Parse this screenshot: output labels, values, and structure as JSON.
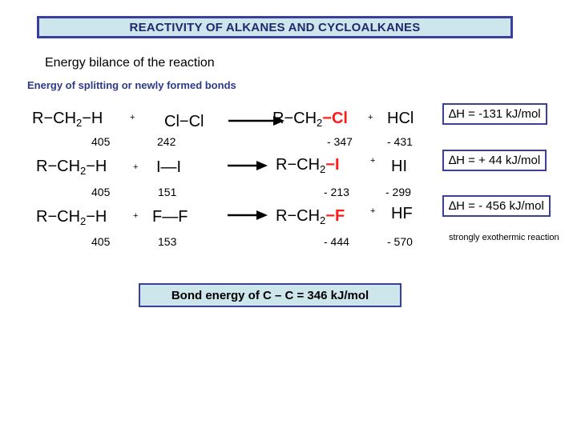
{
  "title": "REACTIVITY OF ALKANES AND CYCLOALKANES",
  "subtitle": "Energy bilance of the reaction",
  "caption": "Energy of splitting or newly formed bonds",
  "reactions": [
    {
      "reactant1": "R−CH",
      "reactant1_sub": "2",
      "reactant1_tail": "−H",
      "plus1": "+",
      "reactant2": "Cl−Cl",
      "product1": "R−CH",
      "product1_sub": "2",
      "product1_bond": "−",
      "product1_halogen": "Cl",
      "plus2": "+",
      "product2": "HCl",
      "energies": [
        "405",
        "242",
        "- 347",
        "- 431"
      ],
      "delta_h": "∆H = -131 kJ/mol"
    },
    {
      "reactant1": "R−CH",
      "reactant1_sub": "2",
      "reactant1_tail": "−H",
      "plus1": "+",
      "reactant2": "I—I",
      "product1": "R−CH",
      "product1_sub": "2",
      "product1_bond": "−",
      "product1_halogen": "I",
      "plus2": "+",
      "product2": "HI",
      "energies": [
        "405",
        "151",
        "- 213",
        "- 299"
      ],
      "delta_h": "∆H = + 44 kJ/mol"
    },
    {
      "reactant1": "R−CH",
      "reactant1_sub": "2",
      "reactant1_tail": "−H",
      "plus1": "+",
      "reactant2": "F—F",
      "product1": "R−CH",
      "product1_sub": "2",
      "product1_bond": "−",
      "product1_halogen": "F",
      "plus2": "+",
      "product2": "HF",
      "energies": [
        "405",
        "153",
        "- 444",
        "- 570"
      ],
      "delta_h": "∆H = - 456 kJ/mol"
    }
  ],
  "note": "strongly exothermic reaction",
  "bond_energy": "Bond energy of  C – C  =  346 kJ/mol",
  "colors": {
    "title_bg": "#cde6ec",
    "border": "#3b3f9c",
    "halogen_product": "#ff1a1a",
    "caption_text": "#2d3a8c"
  }
}
